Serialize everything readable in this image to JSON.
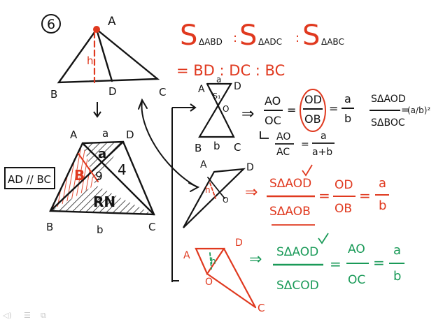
{
  "problem_number": "6",
  "colors": {
    "ink": "#141414",
    "red": "#e0391f",
    "green": "#1a9a58"
  },
  "top_triangle": {
    "A": "A",
    "B": "B",
    "C": "C",
    "D": "D",
    "height": "h"
  },
  "trapezoid": {
    "A": "A",
    "B": "B",
    "C": "C",
    "D": "D",
    "top_side": "a",
    "bottom_side": "b",
    "region_top": "a",
    "region_left": "B",
    "region_right": "4",
    "region_mid": "9",
    "region_bottom": "RN",
    "condition": "AD // BC"
  },
  "ratio_line": {
    "s1_main": "S",
    "s1_sub": "ΔABD",
    "sep1": ":",
    "s2_main": "S",
    "s2_sub": "ΔADC",
    "sep2": ":",
    "s3_main": "S",
    "s3_sub": "ΔABC",
    "eq": "= BD : DC : BC"
  },
  "hourglass": {
    "A": "A",
    "D": "D",
    "B": "B",
    "C": "C",
    "O": "O",
    "top_side": "a",
    "bottom_side": "b",
    "s1": "S₁"
  },
  "formula1": {
    "implies": "⇒",
    "f1_num": "AO",
    "f1_den": "OC",
    "eq1": "=",
    "f2_num": "OD",
    "f2_den": "OB",
    "eq2": "=",
    "f3_num": "a",
    "f3_den": "b",
    "area_num": "SΔAOD",
    "area_den": "SΔBOC",
    "area_eq": "=",
    "area_rhs": "(a/b)²",
    "sub_num": "AO",
    "sub_den": "AC",
    "sub_eq": "=",
    "sub_rhs_num": "a",
    "sub_rhs_den": "a+b"
  },
  "mid_triangle": {
    "A": "A",
    "D": "D",
    "O": "O",
    "height": "h"
  },
  "formula2": {
    "implies": "⇒",
    "num": "SΔAOD",
    "den": "SΔAOB",
    "eq1": "=",
    "f2_num": "OD",
    "f2_den": "OB",
    "eq2": "=",
    "f3_num": "a",
    "f3_den": "b"
  },
  "bottom_triangle": {
    "A": "A",
    "D": "D",
    "O": "O",
    "C": "C",
    "height": "h"
  },
  "formula3": {
    "implies": "⇒",
    "num": "SΔAOD",
    "den": "SΔCOD",
    "eq1": "=",
    "f2_num": "AO",
    "f2_den": "OC",
    "eq2": "=",
    "f3_num": "a",
    "f3_den": "b"
  },
  "player_controls": {
    "volume": "◁)",
    "menu": "☰",
    "pip": "⧉"
  }
}
